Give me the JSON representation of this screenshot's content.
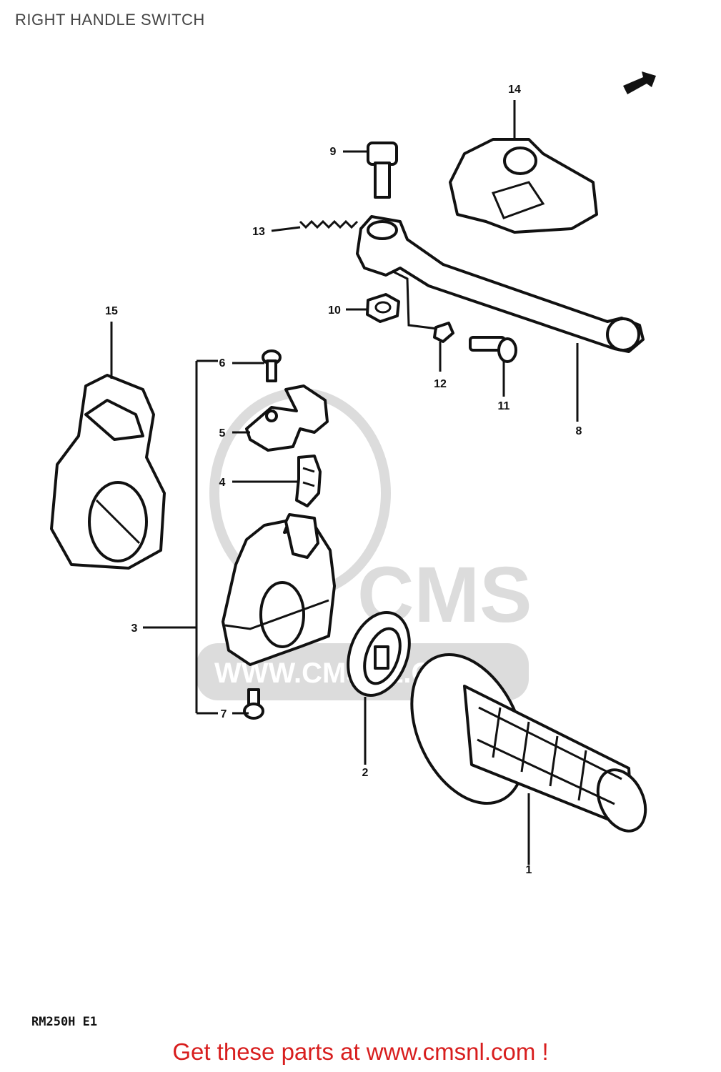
{
  "header": {
    "title": "RIGHT HANDLE SWITCH"
  },
  "diagram": {
    "code": "RM250H E1",
    "parts": [
      {
        "ref": "1"
      },
      {
        "ref": "2"
      },
      {
        "ref": "3"
      },
      {
        "ref": "4"
      },
      {
        "ref": "5"
      },
      {
        "ref": "6"
      },
      {
        "ref": "7"
      },
      {
        "ref": "8"
      },
      {
        "ref": "9"
      },
      {
        "ref": "10"
      },
      {
        "ref": "11"
      },
      {
        "ref": "12"
      },
      {
        "ref": "13"
      },
      {
        "ref": "14"
      },
      {
        "ref": "15"
      }
    ],
    "watermark": {
      "brand": "CMS",
      "url": "WWW.CMSNL.COM"
    }
  },
  "footer": {
    "text": "Get these parts at www.cmsnl.com !"
  },
  "colors": {
    "footer_text": "#d81e1e",
    "line": "#111111",
    "watermark": "#d9d9d9"
  }
}
